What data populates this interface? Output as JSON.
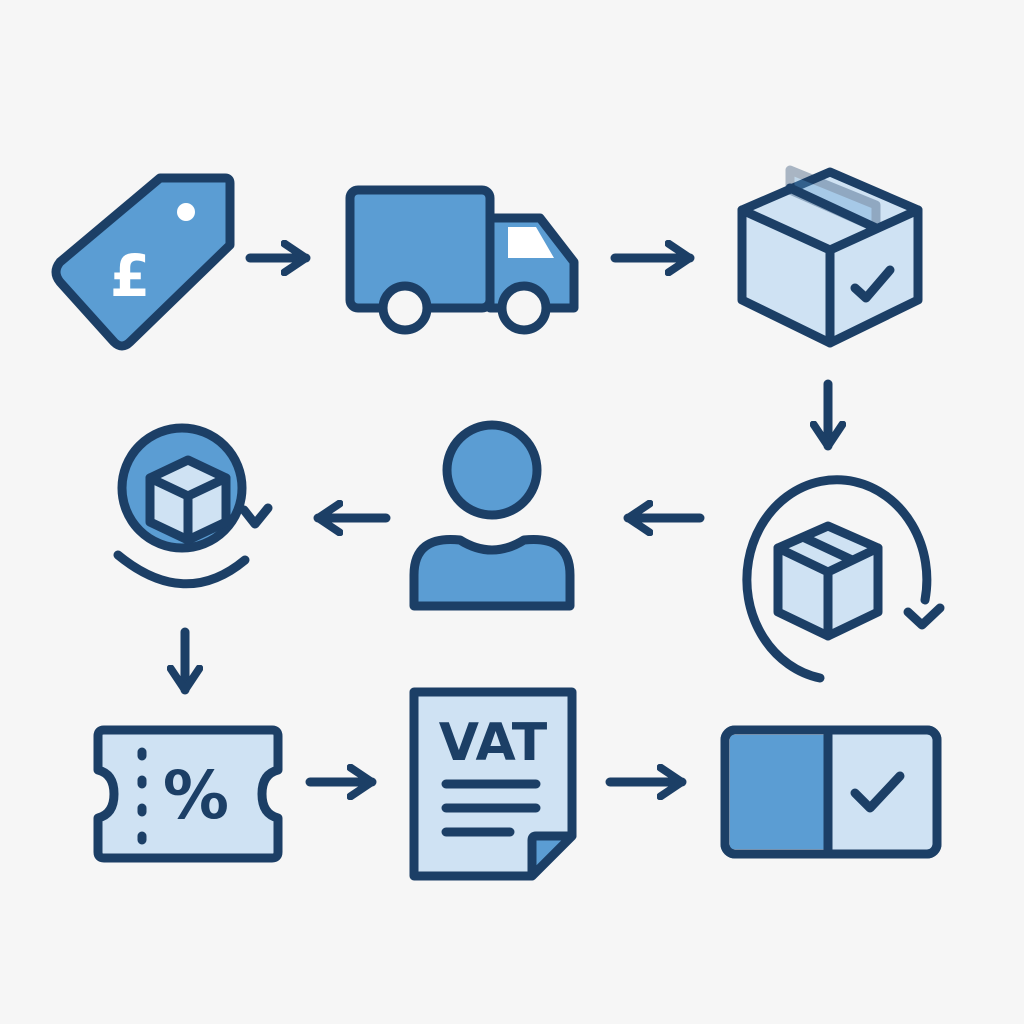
{
  "diagram": {
    "price_tag": {
      "symbol": "£"
    },
    "invoice": {
      "label": "VAT"
    },
    "discount_voucher": {
      "symbol": "%"
    },
    "colors": {
      "stroke": "#1c3f66",
      "fill_mid": "#5b9dd3",
      "fill_light": "#cfe2f3",
      "background": "#f6f6f6"
    },
    "flow": [
      "price-tag",
      "delivery-truck",
      "package-received",
      "package-return-cycle",
      "customer",
      "package-exchange",
      "discount-voucher",
      "vat-invoice",
      "payment-confirmed-card"
    ]
  }
}
